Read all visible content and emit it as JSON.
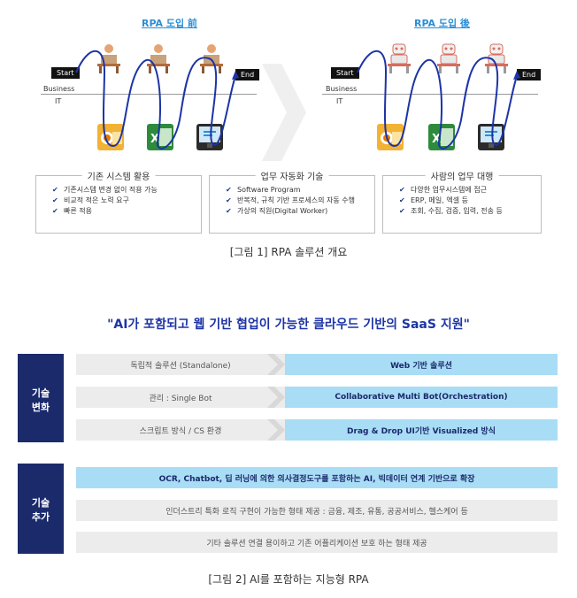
{
  "figure1": {
    "before_title": "RPA 도입 前",
    "after_title": "RPA 도입 後",
    "start_label": "Start",
    "end_label": "End",
    "business_label": "Business",
    "it_label": "IT",
    "boxes": [
      {
        "title": "기존 시스템 활용",
        "items": [
          "기존시스템 변경 없이 적용 가능",
          "비교적 적은 노력 요구",
          "빠른 적용"
        ]
      },
      {
        "title": "업무 자동화 기술",
        "items": [
          "Software Program",
          "반복적, 규칙 기반 프로세스의 자동 수행",
          "가상의 직원(Digital Worker)"
        ]
      },
      {
        "title": "사람의 업무 대행",
        "items": [
          "다양한 업무시스템에 접근",
          "ERP, 메일, 엑셀 등",
          "조회, 수집, 검증, 입력, 전송 등"
        ]
      }
    ],
    "caption": "[그림 1] RPA 솔루션 개요",
    "colors": {
      "accent": "#2a8fd6",
      "flow_line": "#1d34a6",
      "navy": "#1b2a6b"
    }
  },
  "figure2": {
    "headline": "\"AI가 포함되고 웹 기반 협업이 가능한 클라우드 기반의 SaaS 지원\"",
    "change_label": [
      "기술",
      "변화"
    ],
    "add_label": [
      "기술",
      "추가"
    ],
    "change_rows": [
      {
        "from": "독립적 솔루션 (Standalone)",
        "to": "Web 기반 솔루션"
      },
      {
        "from": "관리 : Single Bot",
        "to": "Collaborative Multi Bot(Orchestration)"
      },
      {
        "from": "스크립트 방식 / CS 환경",
        "to": "Drag & Drop UI기반 Visualized 방식"
      }
    ],
    "add_rows": [
      "OCR, Chatbot, 딥 러닝에 의한 의사결정도구를 포함하는 AI, 빅데이터 연계 기반으로 확장",
      "인더스트리 특화 로직 구현이 가능한 형태 제공 : 금융, 제조, 유통, 공공서비스, 헬스케어 등",
      "기타 솔루션 연결 용이하고 기존 어플리케이션 보호 하는 형태 제공"
    ],
    "caption": "[그림 2] AI를 포함하는 지능형 RPA",
    "colors": {
      "light_blue": "#a9dcf5",
      "grey": "#ececec",
      "navy": "#1b2a6b"
    }
  }
}
